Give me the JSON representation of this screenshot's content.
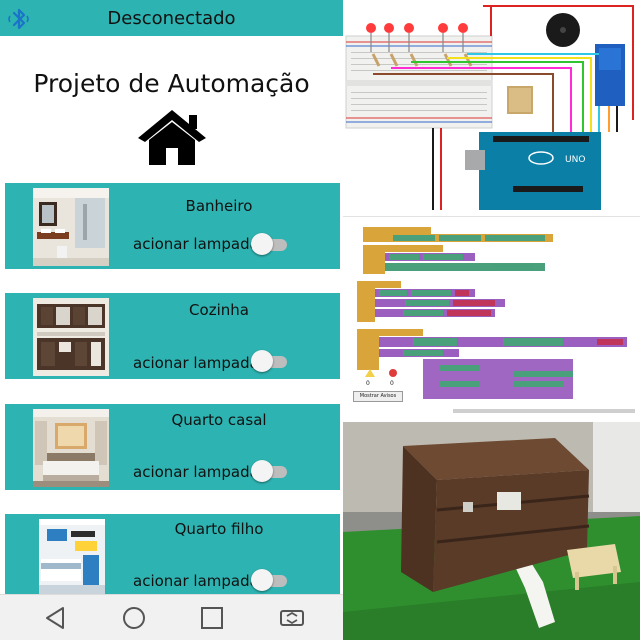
{
  "status_bar": {
    "connection_status": "Desconectado",
    "bluetooth_icon": "bluetooth-icon",
    "color": "#2db3b1"
  },
  "app": {
    "title": "Projeto de Automação",
    "home_icon": "home-icon"
  },
  "rooms": [
    {
      "name": "Banheiro",
      "action_label": "acionar lampada",
      "switch_on": false
    },
    {
      "name": "Cozinha",
      "action_label": "acionar lampada",
      "switch_on": false
    },
    {
      "name": "Quarto casal",
      "action_label": "acionar lampada",
      "switch_on": false
    },
    {
      "name": "Quarto filho",
      "action_label": "acionar lampada",
      "switch_on": false
    }
  ],
  "nav_bar": {
    "back_icon": "back-triangle-icon",
    "home_icon": "home-circle-icon",
    "recents_icon": "recents-square-icon",
    "rotate_icon": "screen-rotate-icon"
  },
  "circuit": {
    "board_label": "UNO"
  },
  "blocks_editor": {
    "warnings_count": "0",
    "errors_count": "0",
    "show_warnings_label": "Mostrar Avisos"
  }
}
